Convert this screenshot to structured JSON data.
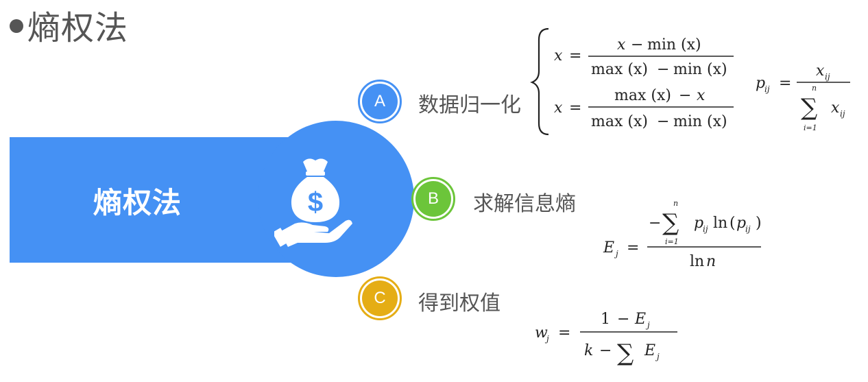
{
  "title": {
    "bullet": "●",
    "text": "熵权法"
  },
  "banner": {
    "text": "熵权法",
    "icon": "money-bag-hand-icon",
    "icon_symbol": "$",
    "color": "#4591f4"
  },
  "steps": [
    {
      "letter": "A",
      "label": "数据归一化",
      "color": "#4591f4"
    },
    {
      "letter": "B",
      "label": "求解信息熵",
      "color": "#6cc53a"
    },
    {
      "letter": "C",
      "label": "得到权值",
      "color": "#e5ad15"
    }
  ],
  "formulas": {
    "normalize_pos": "x = (x − min(x)) / (max(x) − min(x))",
    "normalize_neg": "x = (max(x) − x) / (max(x) − min(x))",
    "proportion": "p_ij = x_ij / Σ_{i=1}^{n} x_ij",
    "entropy": "E_j = −Σ_{i=1}^{n} p_ij ln(p_ij) / ln n",
    "weight": "w_j = (1 − E_j) / (k − Σ E_j)"
  },
  "math": {
    "x": "x",
    "eq": "=",
    "minus": "−",
    "min_x": "min (x)",
    "max_x": "max (x)",
    "sum": "∑",
    "p": "p",
    "ij": "ij",
    "x_ij": "x",
    "sub_ij": "ij",
    "i_eq_1": "i=1",
    "n": "n",
    "E": "E",
    "j": "j",
    "w": "w",
    "one": "1",
    "k": "k",
    "ln": "ln",
    "ln_open": "(",
    "ln_close": ")",
    "neg": "−"
  }
}
